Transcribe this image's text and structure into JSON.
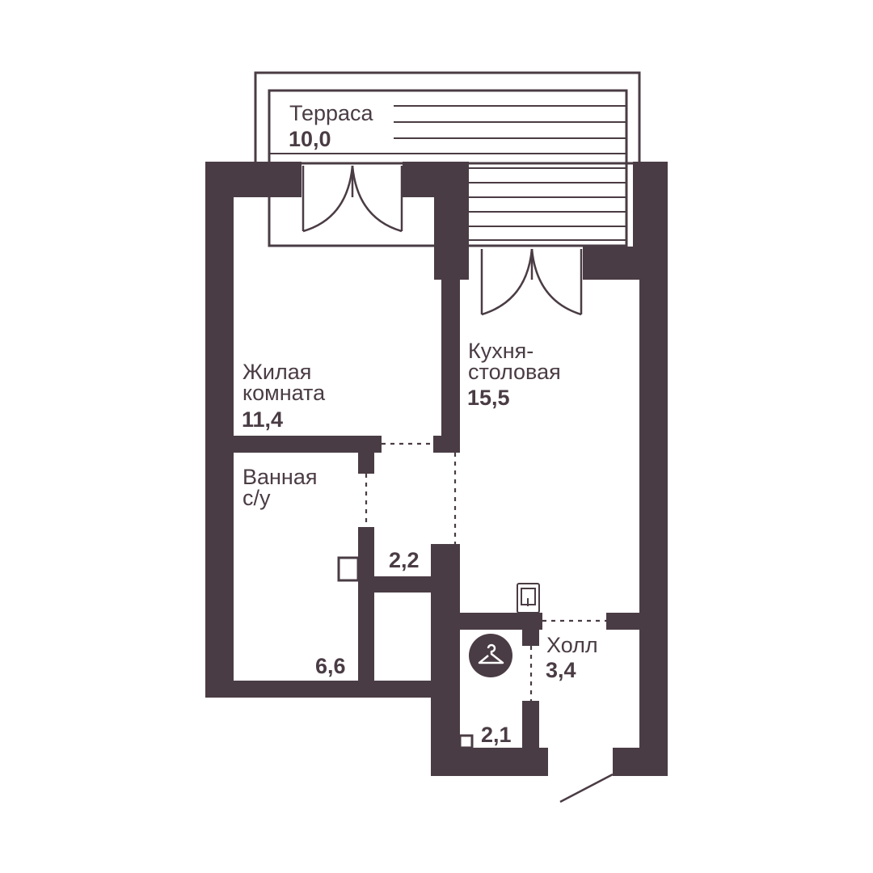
{
  "rooms": {
    "terrace": {
      "name": "Терраса",
      "area": "10,0"
    },
    "living": {
      "name_line1": "Жилая",
      "name_line2": "комната",
      "area": "11,4"
    },
    "kitchen": {
      "name_line1": "Кухня-",
      "name_line2": "столовая",
      "area": "15,5"
    },
    "bathroom": {
      "name_line1": "Ванная",
      "name_line2": "с/у",
      "area": "6,6"
    },
    "corridor": {
      "area": "2,2"
    },
    "hall": {
      "name": "Холл",
      "area": "3,4"
    },
    "closet": {
      "area": "2,1"
    }
  },
  "icons": [
    "hanger-icon",
    "boiler-icon"
  ],
  "colors": {
    "wall": "#4a3c44",
    "background": "#ffffff"
  }
}
